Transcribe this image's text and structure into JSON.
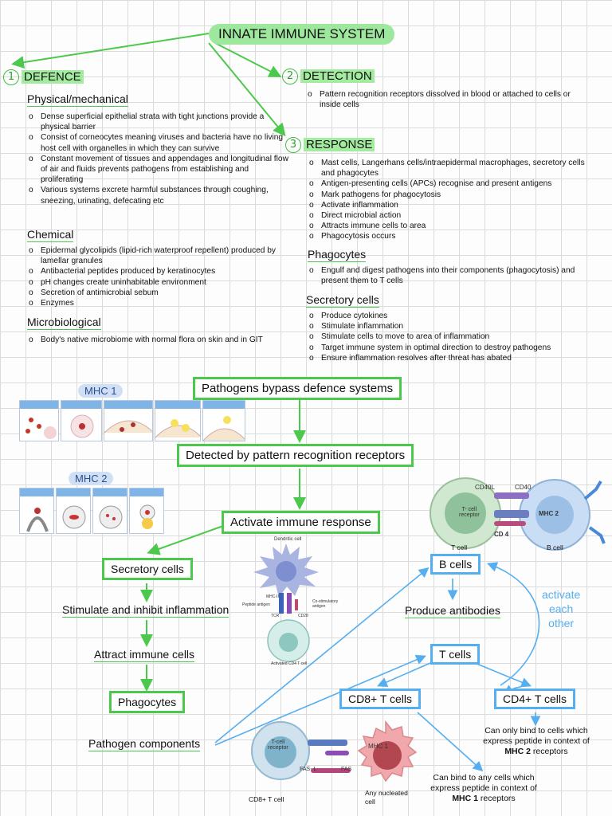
{
  "title": "INNATE IMMUNE SYSTEM",
  "defence": {
    "number": "1",
    "heading": "DEFENCE",
    "physical": {
      "heading": "Physical/mechanical",
      "items": [
        "Dense superficial epithelial strata with tight junctions provide a physical barrier",
        "Consist of corneocytes meaning viruses and bacteria have no living host cell with organelles in which they can survive",
        "Constant movement of tissues and appendages and longitudinal flow of air and fluids prevents pathogens from establishing and proliferating",
        "Various systems excrete harmful substances through coughing, sneezing, urinating, defecating etc"
      ]
    },
    "chemical": {
      "heading": "Chemical",
      "items": [
        "Epidermal glycolipids (lipid-rich waterproof repellent) produced by lamellar granules",
        "Antibacterial peptides produced by keratinocytes",
        "pH changes create uninhabitable environment",
        "Secretion of antimicrobial sebum",
        "Enzymes"
      ]
    },
    "micro": {
      "heading": "Microbiological",
      "items": [
        "Body's native microbiome with normal flora on skin and in GIT"
      ]
    }
  },
  "detection": {
    "number": "2",
    "heading": "DETECTION",
    "items": [
      "Pattern recognition receptors dissolved in blood or attached to cells or inside cells"
    ]
  },
  "response": {
    "number": "3",
    "heading": "RESPONSE",
    "items": [
      "Mast cells, Langerhans cells/intraepidermal macrophages, secretory cells and phagocytes",
      "Antigen-presenting cells (APCs) recognise and present antigens",
      "Mark pathogens for phagocytosis",
      "Activate inflammation",
      "Direct microbial action",
      "Attracts immune cells to area",
      "Phagocytosis occurs"
    ],
    "phagocytes": {
      "heading": "Phagocytes",
      "items": [
        "Engulf and digest pathogens into their components (phagocytosis) and present them to T cells"
      ]
    },
    "secretory": {
      "heading": "Secretory cells",
      "items": [
        "Produce cytokines",
        "Stimulate inflammation",
        "Stimulate cells to move to area of inflammation",
        "Target immune system in optimal direction to destroy pathogens",
        "Ensure inflammation resolves after threat has abated"
      ]
    }
  },
  "mhc1_label": "MHC 1",
  "mhc2_label": "MHC 2",
  "flow": {
    "bypass": "Pathogens bypass defence systems",
    "detected": "Detected by pattern recognition receptors",
    "activate": "Activate immune response",
    "secretory": "Secretory cells",
    "stimulate": "Stimulate and inhibit inflammation",
    "attract": "Attract immune cells",
    "phagocytes": "Phagocytes",
    "pathogen_components": "Pathogen components",
    "b_cells": "B cells",
    "produce_antibodies": "Produce antibodies",
    "t_cells": "T cells",
    "cd8": "CD8+ T cells",
    "cd4": "CD4+ T cells",
    "activate_each_other": [
      "activate",
      "each",
      "other"
    ],
    "cd4_note": [
      "Can only bind to cells which",
      "express peptide in context of"
    ],
    "cd4_note_bold": "MHC 2",
    "cd4_note_tail": "receptors",
    "cd8_note": [
      "Can bind to any cells which",
      "express peptide in context of"
    ],
    "cd8_note_bold": "MHC 1",
    "cd8_note_tail": "receptors"
  },
  "tb_illustration": {
    "cd40l": "CD40L",
    "cd40": "CD40",
    "t_receptor": [
      "T- cell",
      "receptor"
    ],
    "mhc2": "MHC 2",
    "cd4": "CD 4",
    "t_cell": "T cell",
    "b_cell": "B cell"
  },
  "dendritic_illustration": {
    "title": "Dendritic cell",
    "peptide": "Peptide antigen",
    "co_stim": [
      "Co-stimulatory",
      "antigen"
    ],
    "mhc": "MHC-II",
    "tcr": "TCR",
    "cd28": "CD28",
    "bottom": "Activated CD4 T cell"
  },
  "cd8_illustration": {
    "receptor": [
      "T-cell",
      "receptor"
    ],
    "mhc1": "MHC 1",
    "fasl": "FAS- L",
    "fas": "FAS",
    "cd8_t": "CD8+ T cell",
    "nucleated": [
      "Any nucleated",
      "cell"
    ]
  },
  "colors": {
    "green": "#4cc94c",
    "blue": "#55aef0",
    "highlight": "#a3ec9f"
  }
}
